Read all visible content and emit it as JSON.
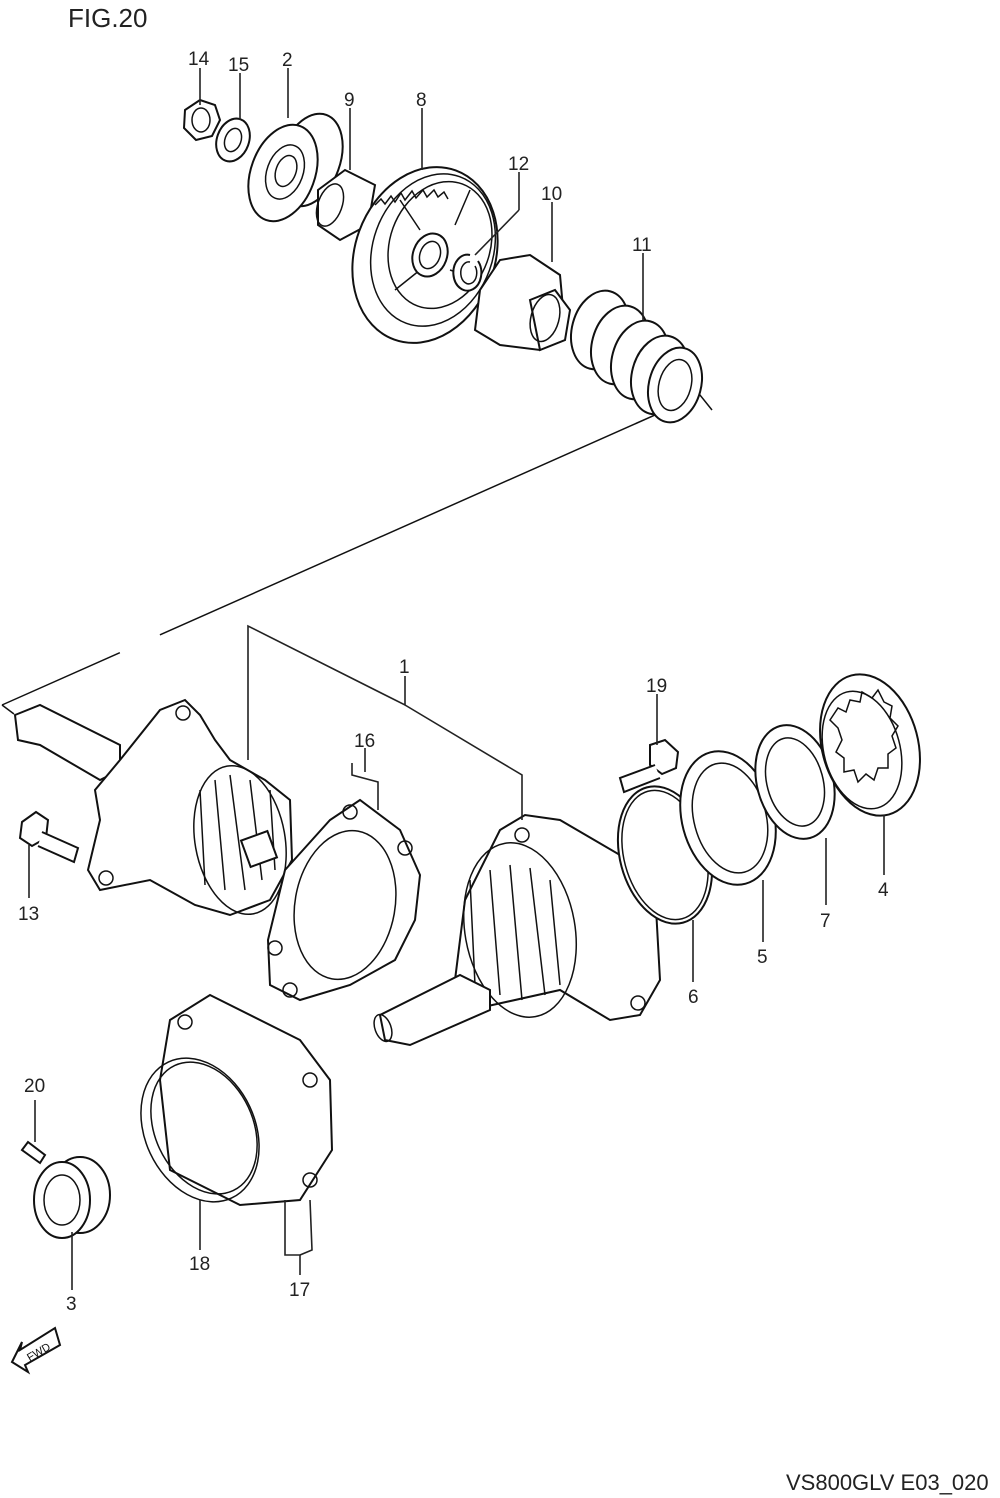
{
  "figure": {
    "title": "FIG.20",
    "code": "VS800GLV E03_020"
  },
  "fwd_label": "FWD",
  "callouts": {
    "c1": "1",
    "c2": "2",
    "c3": "3",
    "c4": "4",
    "c5": "5",
    "c6": "6",
    "c7": "7",
    "c8": "8",
    "c9": "9",
    "c10": "10",
    "c11": "11",
    "c12": "12",
    "c13": "13",
    "c14": "14",
    "c15": "15",
    "c16": "16",
    "c17": "17",
    "c18": "18",
    "c19": "19",
    "c20": "20"
  }
}
